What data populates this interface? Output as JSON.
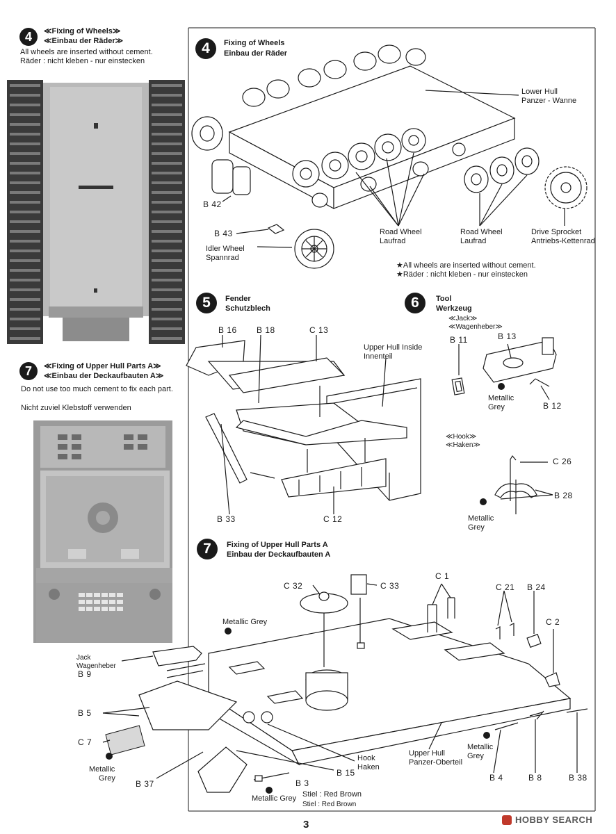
{
  "left": {
    "step4": {
      "number": "4",
      "title_en": "≪Fixing of Wheels≫",
      "title_de": "≪Einbau der Räder≫",
      "note_en": "All wheels are inserted without cement.",
      "note_de": "Räder : nicht kleben - nur einstecken"
    },
    "step7": {
      "number": "7",
      "title_en": "≪Fixing of Upper Hull Parts A≫",
      "title_de": "≪Einbau der Deckaufbauten A≫",
      "note_en": "Do not use too much cement to fix each part.",
      "note_de": "Nicht zuviel Klebstoff verwenden"
    }
  },
  "step4": {
    "number": "4",
    "title_en": "Fixing of Wheels",
    "title_de": "Einbau der Räder",
    "labels": {
      "lower_hull_en": "Lower Hull",
      "lower_hull_de": "Panzer - Wanne",
      "road_wheel1_en": "Road Wheel",
      "road_wheel1_de": "Laufrad",
      "road_wheel2_en": "Road Wheel",
      "road_wheel2_de": "Laufrad",
      "sprocket_en": "Drive Sprocket",
      "sprocket_de": "Antriebs-Kettenrad",
      "idler_en": "Idler Wheel",
      "idler_de": "Spannrad",
      "b42": "B 42",
      "b43": "B 43"
    },
    "footnote_en": "★All wheels are inserted without cement.",
    "footnote_de": "★Räder : nicht kleben - nur einstecken"
  },
  "step5": {
    "number": "5",
    "title_en": "Fender",
    "title_de": "Schutzblech",
    "labels": {
      "b16": "B 16",
      "b18": "B 18",
      "c13": "C 13",
      "upper_inside_en": "Upper Hull Inside",
      "upper_inside_de": "Innenteil",
      "b33": "B 33",
      "c12": "C 12"
    }
  },
  "step6": {
    "number": "6",
    "title_en": "Tool",
    "title_de": "Werkzeug",
    "jack_en": "≪Jack≫",
    "jack_de": "≪Wagenheber≫",
    "b11": "B 11",
    "b13": "B 13",
    "b12": "B 12",
    "metallic_grey1_en": "Metallic",
    "metallic_grey1_de": "Grey",
    "hook_en": "≪Hook≫",
    "hook_de": "≪Haken≫",
    "c26": "C 26",
    "b28": "B 28",
    "metallic_grey2_en": "Metallic",
    "metallic_grey2_de": "Grey"
  },
  "step7": {
    "number": "7",
    "title_en": "Fixing of Upper Hull Parts A",
    "title_de": "Einbau der Deckaufbauten A",
    "labels": {
      "c32": "C 32",
      "c33": "C 33",
      "c1": "C 1",
      "c21": "C 21",
      "b24": "B 24",
      "c2": "C 2",
      "metallic_grey_top": "Metallic Grey",
      "jack_en": "Jack",
      "jack_de": "Wagenheber",
      "b9": "B 9",
      "b5": "B 5",
      "c7": "C 7",
      "metallic_grey_left_en": "Metallic",
      "metallic_grey_left_de": "Grey",
      "b37": "B 37",
      "hook_en": "Hook",
      "hook_de": "Haken",
      "b15": "B 15",
      "b3": "B 3",
      "metallic_grey_bottom": "Metallic Grey",
      "stiel_en": "Stiel : Red Brown",
      "stiel_de": "Stiel : Red Brown",
      "upper_hull_en": "Upper Hull",
      "upper_hull_de": "Panzer-Oberteil",
      "metallic_grey_right_en": "Metallic",
      "metallic_grey_right_de": "Grey",
      "b4": "B 4",
      "b8": "B 8",
      "b38": "B 38"
    }
  },
  "footer": {
    "page_number": "3",
    "watermark": "HOBBY SEARCH"
  },
  "colors": {
    "ink": "#1a1a1a",
    "photo_grey": "#6e6e6e",
    "watermark_red": "#c0392b"
  }
}
